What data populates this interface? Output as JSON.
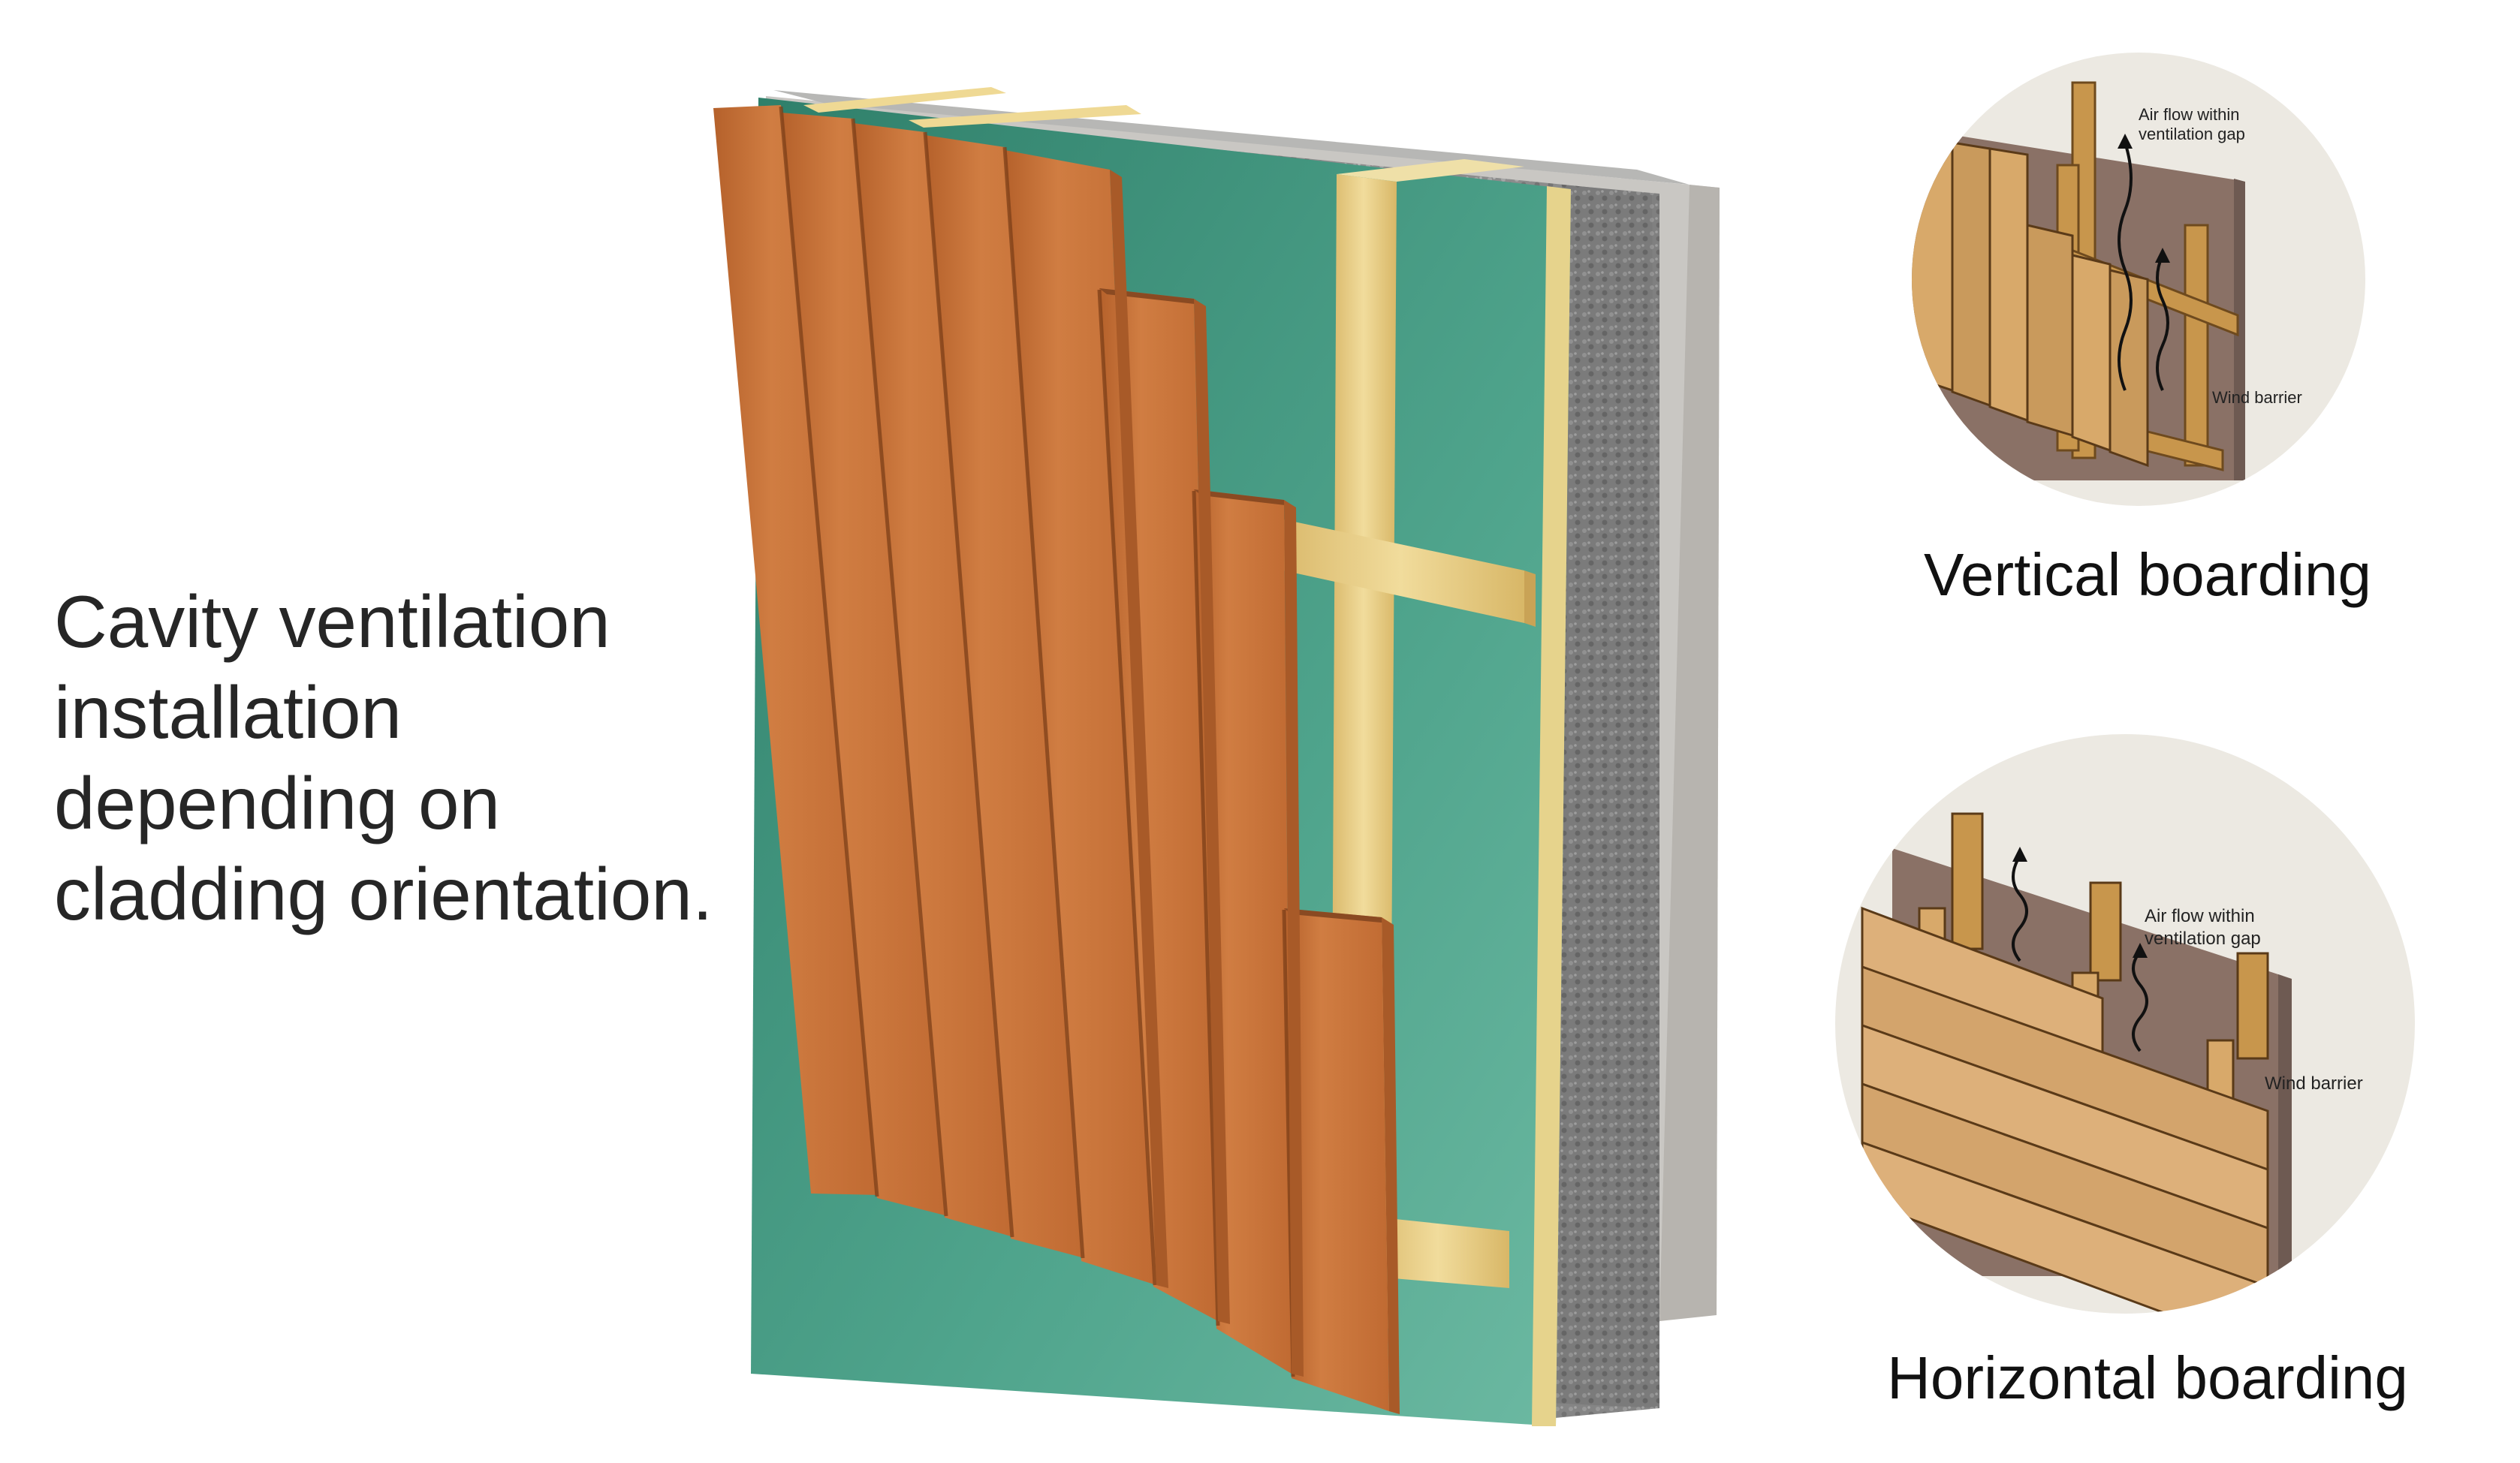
{
  "headline": {
    "lines": [
      "Cavity ventilation",
      "installation",
      "depending on",
      "cladding orientation."
    ]
  },
  "vertical_detail": {
    "caption": "Vertical boarding",
    "label_airflow_1": "Air flow within",
    "label_airflow_2": "ventilation gap",
    "label_barrier": "Wind barrier"
  },
  "horizontal_detail": {
    "caption": "Horizontal boarding",
    "label_airflow_1": "Air flow within",
    "label_airflow_2": "ventilation gap",
    "label_barrier": "Wind barrier"
  },
  "colors": {
    "cladding": "#c8733a",
    "cladding_dark": "#a85a28",
    "wind_barrier_board": "#4a9a85",
    "insulation": "#8a8a8a",
    "battens": "#e8cf8a",
    "detail_background": "#ece9e2",
    "detail_barrier": "#8a7166",
    "text": "#262626"
  }
}
